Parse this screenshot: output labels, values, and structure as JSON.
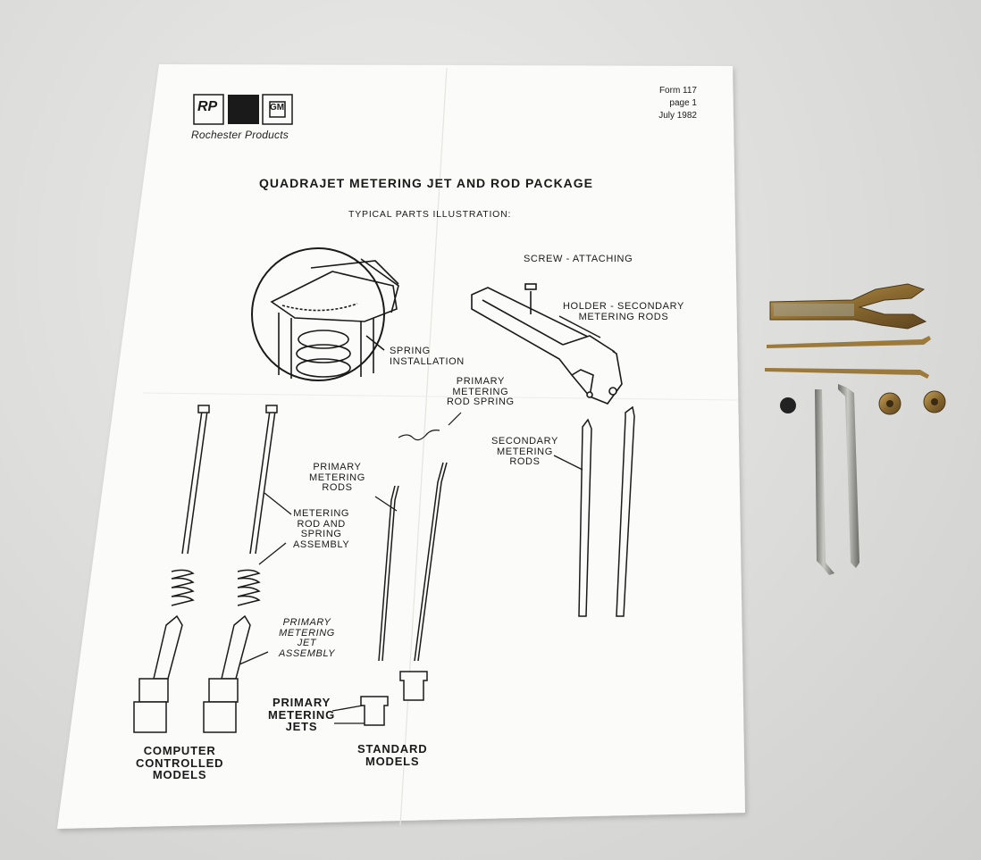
{
  "sheet": {
    "form": {
      "number": "Form 117",
      "page": "page 1",
      "date": "July 1982"
    },
    "brand": {
      "logo_left": "RP",
      "logo_right": "GM",
      "company": "Rochester Products"
    },
    "title": "QUADRAJET METERING JET AND ROD PACKAGE",
    "subtitle": "TYPICAL PARTS ILLUSTRATION:",
    "labels": {
      "screw": "SCREW - ATTACHING",
      "holder": "HOLDER - SECONDARY\nMETERING RODS",
      "spring_install": "SPRING\nINSTALLATION",
      "primary_rod_spring": "PRIMARY\nMETERING\nROD SPRING",
      "secondary_rods": "SECONDARY\nMETERING\nRODS",
      "primary_rods": "PRIMARY\nMETERING\nRODS",
      "rod_spring_assembly": "METERING\nROD AND\nSPRING\nASSEMBLY",
      "primary_jet_assembly": "PRIMARY\nMETERING\nJET\nASSEMBLY",
      "primary_jets": "PRIMARY\nMETERING\nJETS",
      "computer_models": "COMPUTER\nCONTROLLED\nMODELS",
      "standard_models": "STANDARD\nMODELS"
    }
  },
  "colors": {
    "background": "#dcdcda",
    "paper": "#fbfbf9",
    "ink": "#1a1a1a",
    "brass": "#9c7a3c",
    "steel": "#8e8e8a"
  }
}
